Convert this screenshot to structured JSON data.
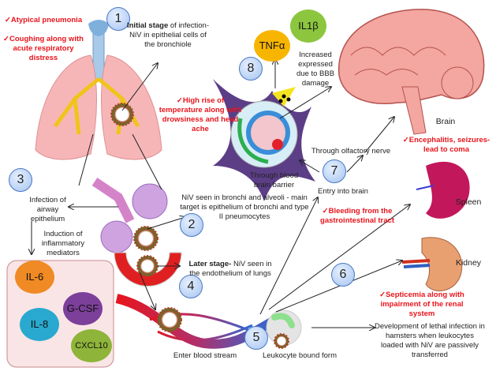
{
  "steps": [
    "1",
    "2",
    "3",
    "4",
    "5",
    "6",
    "7",
    "8"
  ],
  "symptoms": {
    "respiratory_1": "✓Atypical pneumonia",
    "respiratory_2": "✓Coughing along with acute respiratory distress",
    "fever": "✓High rise of temperature along with drowsiness and head ache",
    "neuro": "✓Encephalitis, seizures-lead to coma",
    "bleeding": "✓Bleeding from the gastrointestinal tract",
    "septicemia": "✓Septicemia along with impairment of the renal system"
  },
  "labels": {
    "initial_bold": "Initial stage",
    "initial_rest": " of infection- NiV in epithelial cells of the bronchiole",
    "infection_airway": "Infection of airway epithelium",
    "induction": "Induction of inflammatory mediators",
    "bronchi_alveoli": "NiV seen in bronchi and alveoli -  main target is epithelium of bronchi and type II pneumocytes",
    "later_bold": "Later stage-",
    "later_rest": " NiV seen in the endothelium of lungs",
    "blood_stream": "Enter blood stream",
    "leukocyte": "Leukocyte bound form",
    "lethal": "Development of lethal infection in hamsters when leukocytes loaded with NiV are passively transferred",
    "bbb": "Through blood brain barrier",
    "olfactory": "Through olfactory nerve",
    "entry_brain": "Entry into brain",
    "increased": "Increased expressed due to BBB damage",
    "brain": "Brain",
    "spleen": "Spleen",
    "kidney": "Kidney"
  },
  "cytokines": {
    "il6": "IL-6",
    "il8": "IL-8",
    "gcsf": "G-CSF",
    "cxcl10": "CXCL10",
    "tnfa": "TNFα",
    "il1b": "IL1β"
  },
  "colors": {
    "symptom_red": "#e8141c",
    "step_circle": "#b9d1f5",
    "il6": "#f08a24",
    "il8": "#29a9cf",
    "gcsf": "#7c3f9a",
    "cxcl10": "#8fb43a",
    "tnfa": "#f7b500",
    "il1b": "#8cc63f"
  }
}
